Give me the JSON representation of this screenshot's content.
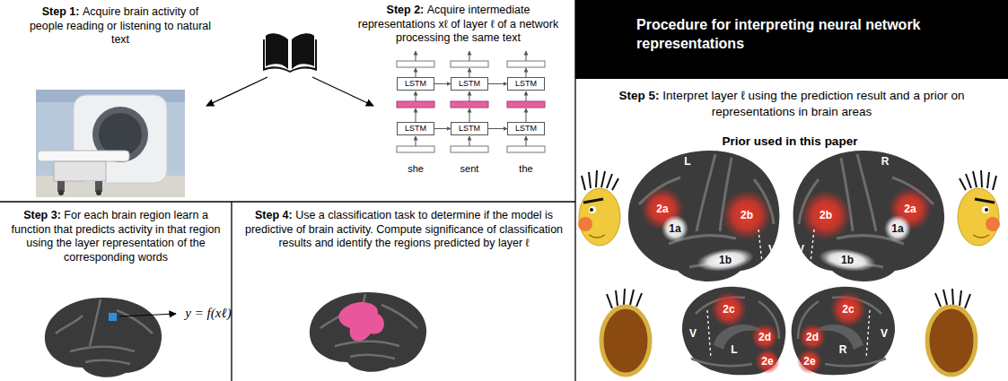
{
  "diagram": {
    "nodes": [
      {
        "text": [
          "Step 1:",
          "Acquire brain activity of people reading or listening to natural text"
        ]
      },
      {
        "text": [
          "Step 2:",
          "Acquire intermediate representations xℓ of layer ℓ of a network processing the same text"
        ]
      },
      {
        "text": [
          "LSTM"
        ],
        "in": 1
      },
      {
        "text": [
          "LSTM"
        ],
        "in": 1
      },
      {
        "text": [
          "LSTM"
        ],
        "in": 1
      },
      {
        "text": [
          "LSTM"
        ],
        "in": 1
      },
      {
        "text": [
          "LSTM"
        ],
        "in": 1
      },
      {
        "text": [
          "LSTM"
        ],
        "in": 1
      },
      {
        "text": [
          "Step 3:",
          "For each brain region learn a function that predicts activity in that region using the layer representation of the corresponding words"
        ]
      },
      {
        "text": [
          "Step 4:",
          "Use a classification task to determine if the model is predictive of brain activity. Compute significance of classification results and identify the regions predicted by layer ℓ"
        ]
      },
      {
        "text": [
          "Procedure for interpreting neural network representations"
        ]
      },
      {
        "text": [
          "Step 5:",
          "Interpret layer ℓ using the prediction result and a prior on representations in brain areas"
        ]
      }
    ],
    "edges": [
      {
        "from": 2,
        "to": 3,
        "arrow": "to"
      },
      {
        "from": 3,
        "to": 4,
        "arrow": "to"
      },
      {
        "from": 5,
        "to": 6,
        "arrow": "to"
      },
      {
        "from": 6,
        "to": 7,
        "arrow": "to"
      }
    ],
    "labels": [
      "she",
      "sent",
      "the",
      "y = f(xℓ)",
      "Prior used in this paper",
      "L",
      "2a",
      "1a",
      "2b",
      "1b",
      "V",
      "R",
      "2a",
      "1a",
      "2b",
      "1b",
      "V",
      "V",
      "2c",
      "L",
      "2d",
      "2e",
      "2c",
      "R",
      "2d",
      "2e",
      "V"
    ]
  }
}
